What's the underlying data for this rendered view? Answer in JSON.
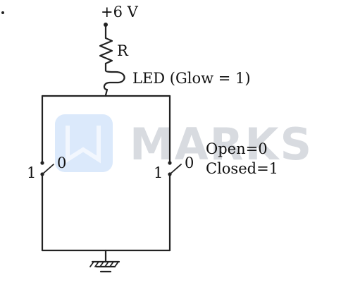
{
  "diagram": {
    "supply_label": "+6 V",
    "resistor_label": "R",
    "led_label": "LED (Glow = 1)",
    "left_switch": {
      "label_closed": "1",
      "label_open": "0"
    },
    "right_switch": {
      "label_closed": "1",
      "label_open": "0"
    },
    "legend": {
      "open": "Open=0",
      "closed": "Closed=1"
    }
  },
  "watermark": {
    "text": "MARKS",
    "color": "#d8dbe0",
    "logo_color": "#dbe9fb"
  },
  "colors": {
    "wire": "#222222",
    "background": "#ffffff"
  }
}
